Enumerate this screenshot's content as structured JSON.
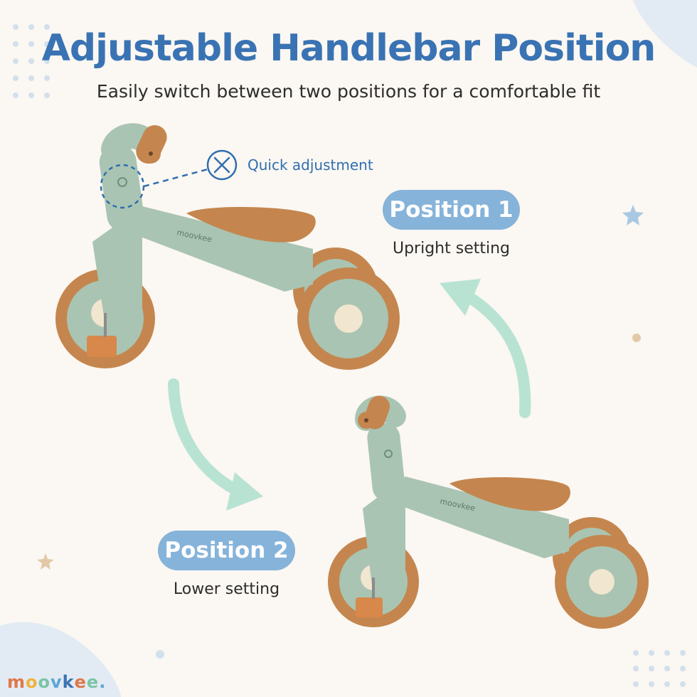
{
  "header": {
    "title": "Adjustable Handlebar Position",
    "subtitle": "Easily switch between two positions for a comfortable fit"
  },
  "callout": {
    "label": "Quick adjustment",
    "icon": "wrench-screwdriver-icon"
  },
  "positions": [
    {
      "label": "Position 1",
      "caption": "Upright setting"
    },
    {
      "label": "Position 2",
      "caption": "Lower setting"
    }
  ],
  "bike": {
    "brand_text": "moovkee."
  },
  "brand": {
    "text": "moovkee.",
    "letters": [
      "m",
      "o",
      "o",
      "v",
      "k",
      "e",
      "e",
      "."
    ],
    "letter_colors": [
      "#e0774a",
      "#f2b13d",
      "#7cc3a6",
      "#5aa6d6",
      "#3a73b3",
      "#e0774a",
      "#7cc3a6",
      "#5aa6d6"
    ]
  },
  "colors": {
    "accent_blue": "#3a73b3",
    "pill_blue": "#86b3d9",
    "bike_green": "#a9c4b2",
    "tire_brown": "#c4864e",
    "arrow_mint": "#b8e3d3",
    "background": "#fbf7f2"
  }
}
